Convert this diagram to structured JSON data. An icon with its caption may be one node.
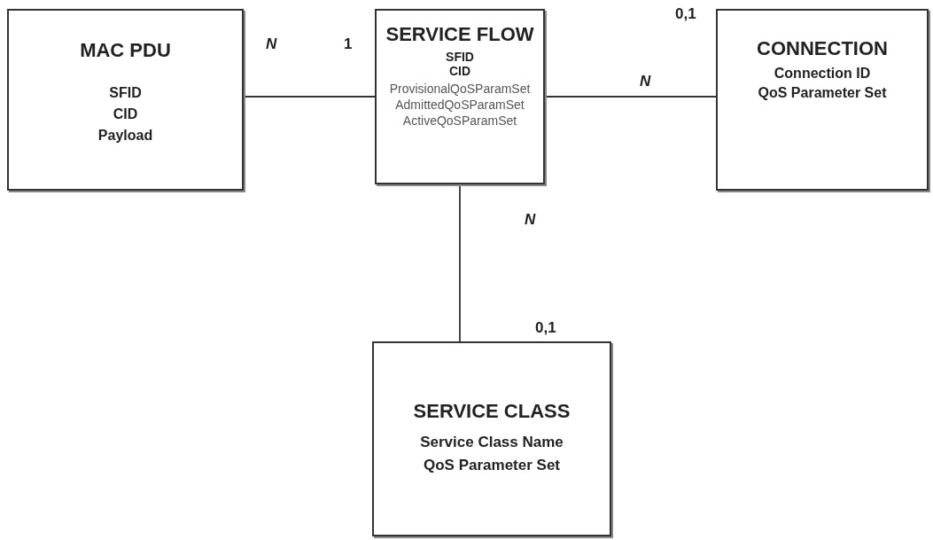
{
  "diagram": {
    "nodes": [
      {
        "text": [
          "MAC PDU",
          "SFID",
          "CID",
          "Payload"
        ]
      },
      {
        "text": [
          "SERVICE FLOW",
          "SFID",
          "CID",
          "ProvisionalQoSParamSet",
          "AdmittedQoSParamSet",
          "ActiveQoSParamSet"
        ]
      },
      {
        "text": [
          "CONNECTION",
          "Connection ID",
          "QoS Parameter Set"
        ]
      },
      {
        "text": [
          "SERVICE CLASS",
          "Service Class Name",
          "QoS Parameter Set"
        ]
      }
    ],
    "edges": [
      {
        "from": 0,
        "to": 1,
        "arrow": "none"
      },
      {
        "from": 1,
        "to": 2,
        "arrow": "none"
      },
      {
        "from": 1,
        "to": 3,
        "arrow": "none"
      }
    ],
    "labels": [
      "N",
      "1",
      "0,1",
      "N",
      "N",
      "0,1"
    ]
  }
}
